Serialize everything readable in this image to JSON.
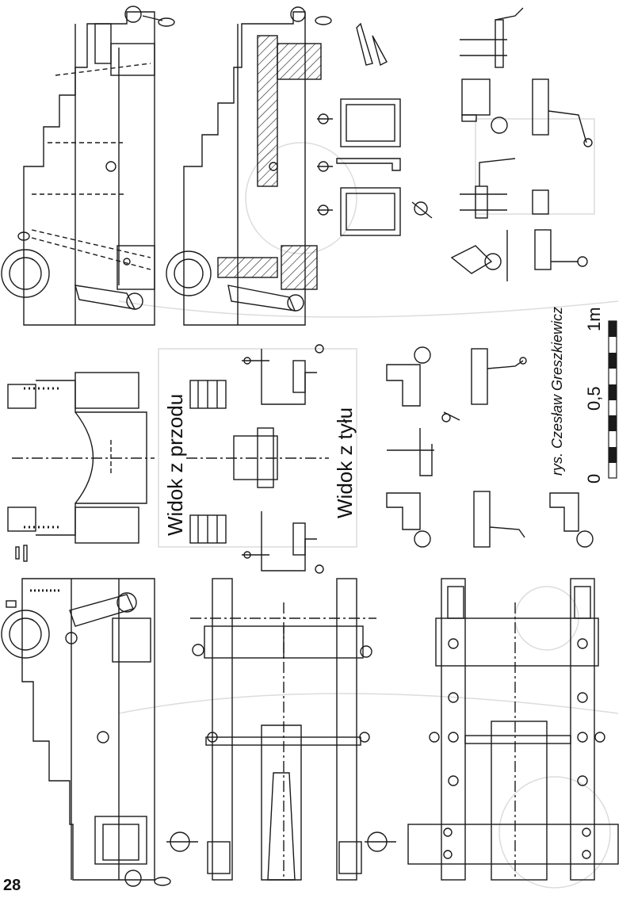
{
  "page_number": "28",
  "labels": {
    "front_view": "Widok z przodu",
    "rear_view": "Widok z tyłu",
    "credit": "rys. Czesław Greszkiewicz"
  },
  "scale_bar": {
    "zero": "0",
    "half": "0,5",
    "one": "1m",
    "segments": 10
  },
  "colors": {
    "line": "#1a1a1a",
    "ghost": "#d6d6d6",
    "paper": "#ffffff"
  }
}
